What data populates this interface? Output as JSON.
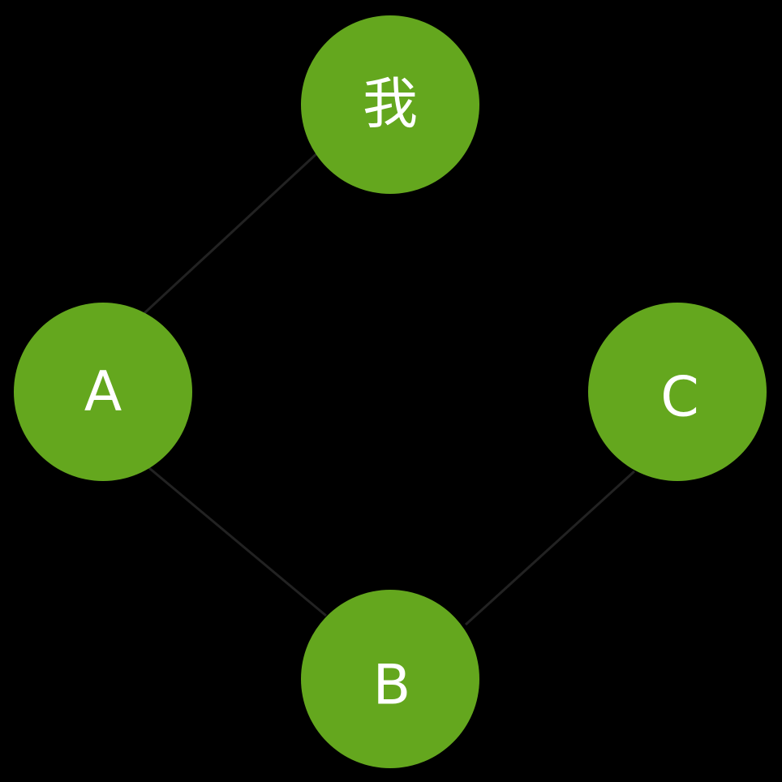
{
  "colors": {
    "background": "#000000",
    "node_fill": "#64a71e",
    "label": "#ffffff",
    "edge": "#222222"
  },
  "nodes": [
    {
      "id": "me",
      "label": "我"
    },
    {
      "id": "a",
      "label": "A"
    },
    {
      "id": "c",
      "label": "C"
    },
    {
      "id": "b",
      "label": "B"
    }
  ],
  "edges": [
    {
      "from": "me",
      "to": "a"
    },
    {
      "from": "a",
      "to": "b"
    },
    {
      "from": "b",
      "to": "c"
    }
  ]
}
